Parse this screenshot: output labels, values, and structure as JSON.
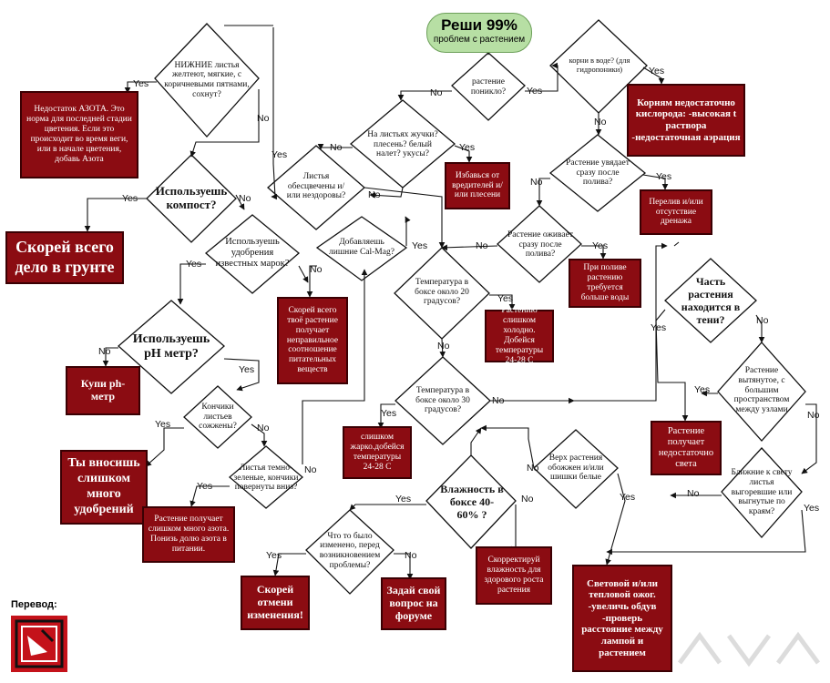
{
  "start": {
    "title": "Реши 99%",
    "subtitle": "проблем с растением"
  },
  "questions": {
    "droop": "растение поникло?",
    "roots_water": "корни в воде? (для гидропоники)",
    "bugs": "На листьях жучки? плесень? белый налет? укусы?",
    "lower_leaves": "НИЖНИЕ листья желтеют, мягкие, с коричневыми пятнами, сохнут?",
    "bleached": "Листья обесцвечены и/или нездоровы?",
    "compost": "Используешь компост?",
    "brand_fert": "Используешь удобрения известных марок?",
    "ph_meter": "Используешь pH метр?",
    "leaf_tips": "Кончики листьев сожжены?",
    "dark_green": "Листья темно-зеленые, кончики повернуты вниз?",
    "calmag": "Добавляешь лишние Cal-Mag?",
    "temp20": "Температура в боксе около 20 градусов?",
    "temp30": "Температура в боксе около 30 градусов?",
    "humidity": "Влажность в боксе 40-60% ?",
    "changed": "Что то было изменено, перед возникновением проблемы?",
    "wilts_after": "Растение увядает сразу после полива?",
    "revives": "Растение оживает сразу после полива?",
    "shade": "Часть растения находится в тени?",
    "stretched": "Растение вытянутое, с большим пространством между узлами",
    "top_burned": "Верх растения обожжен и/или шишки белые",
    "near_light": "Ближние к свету листья выгоревшие или выгнутые по краям?"
  },
  "answers": {
    "nitrogen": "Недостаток АЗОТА. Это норма для последней стадии цветения. Если это происходит во время веги, или в начале цветения, добавь Азота",
    "soil": "Скорей всего дело в грунте",
    "buy_ph": "Купи ph-метр",
    "overfert": "Ты вносишь слишком много удобрений",
    "too_much_n": "Растение получает слишком много азота. Понизь долю азота в питании.",
    "wrong_ratio": "Скорей всего твоё растение получает неправильное соотношение питательных веществ",
    "pests": "Избавься от вредителей и/или плесени",
    "oxygen": "Корням недостаточно кислорода: -высокая t раствора -недостаточная аэрация",
    "overwater": "Перелив и/или отсутствие дренажа",
    "more_water": "При поливе растению требуется больше воды",
    "too_cold": "Растению слишком холодно. Добейся температуры 24-28 С",
    "too_hot": "слишком жарко.добейся температуры 24-28 С",
    "humidity_fix": "Скорректируй влажность для здорового роста растения",
    "undo": "Скорей отмени изменения!",
    "forum": "Задай свой вопрос на форуме",
    "low_light": "Растение получает недостаточно света",
    "light_burn": "Световой и/или тепловой ожог. -увеличь обдув -проверь расстояние между лампой и растением"
  },
  "labels": {
    "yes": "Yes",
    "no": "No"
  },
  "footer": {
    "translation": "Перевод:"
  },
  "colors": {
    "box": "#8b0c12",
    "start": "#b7dfa4",
    "line": "#111111"
  }
}
